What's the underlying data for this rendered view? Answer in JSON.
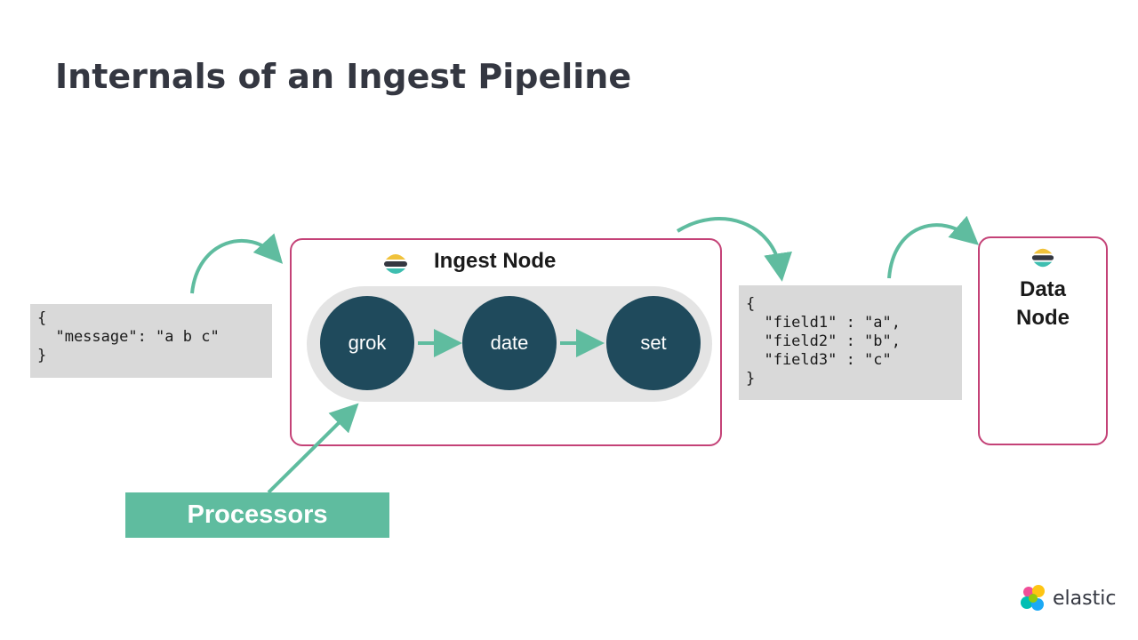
{
  "title": "Internals of an Ingest Pipeline",
  "input_doc": {
    "lines": [
      "{",
      "  \"message\": \"a b c\"",
      "}"
    ]
  },
  "ingest_node": {
    "label": "Ingest Node",
    "processors": [
      "grok",
      "date",
      "set"
    ]
  },
  "output_doc": {
    "lines": [
      "{",
      "  \"field1\" : \"a\",",
      "  \"field2\" : \"b\",",
      "  \"field3\" : \"c\"",
      "}"
    ]
  },
  "data_node": {
    "label_line1": "Data",
    "label_line2": "Node"
  },
  "processors_callout": "Processors",
  "brand": {
    "name": "elastic"
  },
  "colors": {
    "title": "#343741",
    "node_border": "#c44277",
    "processor_fill": "#1f4a5c",
    "arrow": "#5fbc9f",
    "code_bg": "#d9d9d9"
  }
}
